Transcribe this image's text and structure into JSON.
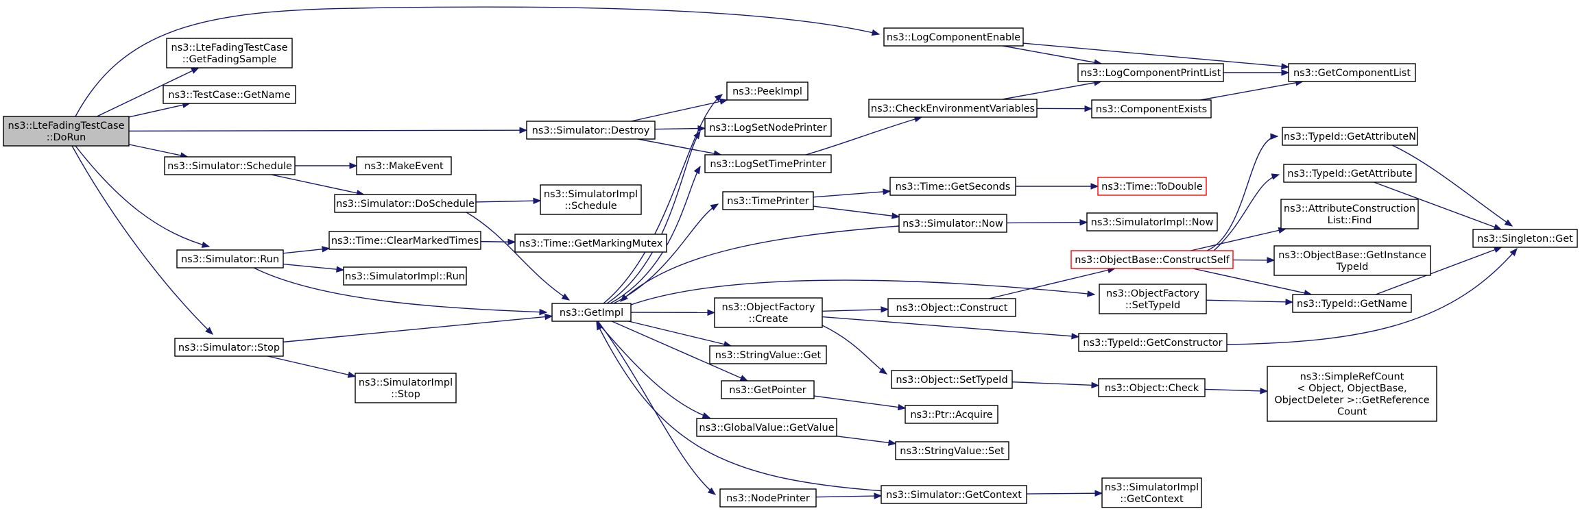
{
  "colors": {
    "edge": "#191970",
    "root_fill": "#bfbfbf",
    "missing_border": "#ff0000"
  },
  "nodes": [
    {
      "id": "dorun",
      "lines": [
        "ns3::LteFadingTestCase",
        "::DoRun"
      ],
      "style": "root"
    },
    {
      "id": "getfadingsample",
      "lines": [
        "ns3::LteFadingTestCase",
        "::GetFadingSample"
      ]
    },
    {
      "id": "testcase_getname",
      "lines": [
        "ns3::TestCase::GetName"
      ]
    },
    {
      "id": "sim_schedule",
      "lines": [
        "ns3::Simulator::Schedule"
      ]
    },
    {
      "id": "sim_run",
      "lines": [
        "ns3::Simulator::Run"
      ]
    },
    {
      "id": "sim_stop",
      "lines": [
        "ns3::Simulator::Stop"
      ]
    },
    {
      "id": "makeevent",
      "lines": [
        "ns3::MakeEvent"
      ]
    },
    {
      "id": "sim_doschedule",
      "lines": [
        "ns3::Simulator::DoSchedule"
      ]
    },
    {
      "id": "clearmarkedtimes",
      "lines": [
        "ns3::Time::ClearMarkedTimes"
      ]
    },
    {
      "id": "simimpl_run",
      "lines": [
        "ns3::SimulatorImpl::Run"
      ]
    },
    {
      "id": "simimpl_stop",
      "lines": [
        "ns3::SimulatorImpl",
        "::Stop"
      ]
    },
    {
      "id": "sim_destroy",
      "lines": [
        "ns3::Simulator::Destroy"
      ]
    },
    {
      "id": "simimpl_schedule",
      "lines": [
        "ns3::SimulatorImpl",
        "::Schedule"
      ]
    },
    {
      "id": "getmarkingmutex",
      "lines": [
        "ns3::Time::GetMarkingMutex"
      ]
    },
    {
      "id": "getimpl",
      "lines": [
        "ns3::GetImpl"
      ]
    },
    {
      "id": "peekimpl",
      "lines": [
        "ns3::PeekImpl"
      ]
    },
    {
      "id": "logsetnodeprinter",
      "lines": [
        "ns3::LogSetNodePrinter"
      ]
    },
    {
      "id": "logsettimeprinter",
      "lines": [
        "ns3::LogSetTimePrinter"
      ]
    },
    {
      "id": "timeprinter",
      "lines": [
        "ns3::TimePrinter"
      ]
    },
    {
      "id": "objfactory_create",
      "lines": [
        "ns3::ObjectFactory",
        "::Create"
      ]
    },
    {
      "id": "stringvalue_get",
      "lines": [
        "ns3::StringValue::Get"
      ]
    },
    {
      "id": "getpointer",
      "lines": [
        "ns3::GetPointer"
      ]
    },
    {
      "id": "globalvalue_getvalue",
      "lines": [
        "ns3::GlobalValue::GetValue"
      ]
    },
    {
      "id": "nodeprinter",
      "lines": [
        "ns3::NodePrinter"
      ]
    },
    {
      "id": "logcomponentenable",
      "lines": [
        "ns3::LogComponentEnable"
      ]
    },
    {
      "id": "checkenvvars",
      "lines": [
        "ns3::CheckEnvironmentVariables"
      ]
    },
    {
      "id": "time_getseconds",
      "lines": [
        "ns3::Time::GetSeconds"
      ]
    },
    {
      "id": "sim_now",
      "lines": [
        "ns3::Simulator::Now"
      ]
    },
    {
      "id": "object_construct",
      "lines": [
        "ns3::Object::Construct"
      ]
    },
    {
      "id": "object_settypeid",
      "lines": [
        "ns3::Object::SetTypeId"
      ]
    },
    {
      "id": "ptr_acquire",
      "lines": [
        "ns3::Ptr::Acquire"
      ]
    },
    {
      "id": "stringvalue_set",
      "lines": [
        "ns3::StringValue::Set"
      ]
    },
    {
      "id": "sim_getcontext",
      "lines": [
        "ns3::Simulator::GetContext"
      ]
    },
    {
      "id": "logcomponentprintlist",
      "lines": [
        "ns3::LogComponentPrintList"
      ]
    },
    {
      "id": "componentexists",
      "lines": [
        "ns3::ComponentExists"
      ]
    },
    {
      "id": "time_todouble",
      "lines": [
        "ns3::Time::ToDouble"
      ],
      "style": "red"
    },
    {
      "id": "simimpl_now",
      "lines": [
        "ns3::SimulatorImpl::Now"
      ]
    },
    {
      "id": "objbase_constructself",
      "lines": [
        "ns3::ObjectBase::ConstructSelf"
      ],
      "style": "red"
    },
    {
      "id": "objfactory_settypeid",
      "lines": [
        "ns3::ObjectFactory",
        "::SetTypeId"
      ]
    },
    {
      "id": "typeid_getconstructor",
      "lines": [
        "ns3::TypeId::GetConstructor"
      ]
    },
    {
      "id": "object_check",
      "lines": [
        "ns3::Object::Check"
      ]
    },
    {
      "id": "simimpl_getcontext",
      "lines": [
        "ns3::SimulatorImpl",
        "::GetContext"
      ]
    },
    {
      "id": "getcomponentlist",
      "lines": [
        "ns3::GetComponentList"
      ]
    },
    {
      "id": "typeid_getattributen",
      "lines": [
        "ns3::TypeId::GetAttributeN"
      ]
    },
    {
      "id": "typeid_getattribute",
      "lines": [
        "ns3::TypeId::GetAttribute"
      ]
    },
    {
      "id": "attrconstructionlist_find",
      "lines": [
        "ns3::AttributeConstruction",
        "List::Find"
      ]
    },
    {
      "id": "objbase_getinstancetypeid",
      "lines": [
        "ns3::ObjectBase::GetInstance",
        "TypeId"
      ]
    },
    {
      "id": "typeid_getname",
      "lines": [
        "ns3::TypeId::GetName"
      ]
    },
    {
      "id": "simplerefcount",
      "lines": [
        "ns3::SimpleRefCount",
        "< Object, ObjectBase,",
        " ObjectDeleter >::GetReference",
        "Count"
      ]
    },
    {
      "id": "singleton_get",
      "lines": [
        "ns3::Singleton::Get"
      ]
    }
  ],
  "edges": [
    [
      "dorun",
      "logcomponentenable"
    ],
    [
      "dorun",
      "getfadingsample"
    ],
    [
      "dorun",
      "testcase_getname"
    ],
    [
      "dorun",
      "sim_destroy"
    ],
    [
      "dorun",
      "sim_schedule"
    ],
    [
      "dorun",
      "sim_run"
    ],
    [
      "dorun",
      "sim_stop"
    ],
    [
      "logcomponentenable",
      "logcomponentprintlist"
    ],
    [
      "logcomponentenable",
      "getcomponentlist"
    ],
    [
      "logcomponentprintlist",
      "getcomponentlist"
    ],
    [
      "componentexists",
      "getcomponentlist"
    ],
    [
      "checkenvvars",
      "logcomponentprintlist"
    ],
    [
      "checkenvvars",
      "componentexists"
    ],
    [
      "logsettimeprinter",
      "checkenvvars"
    ],
    [
      "sim_destroy",
      "peekimpl"
    ],
    [
      "sim_destroy",
      "logsetnodeprinter"
    ],
    [
      "sim_destroy",
      "logsettimeprinter"
    ],
    [
      "sim_schedule",
      "makeevent"
    ],
    [
      "sim_schedule",
      "sim_doschedule"
    ],
    [
      "sim_doschedule",
      "simimpl_schedule"
    ],
    [
      "sim_doschedule",
      "getimpl"
    ],
    [
      "sim_run",
      "clearmarkedtimes"
    ],
    [
      "sim_run",
      "simimpl_run"
    ],
    [
      "sim_run",
      "getimpl"
    ],
    [
      "clearmarkedtimes",
      "getmarkingmutex"
    ],
    [
      "sim_stop",
      "getimpl"
    ],
    [
      "sim_stop",
      "simimpl_stop"
    ],
    [
      "getimpl",
      "peekimpl"
    ],
    [
      "getimpl",
      "logsetnodeprinter"
    ],
    [
      "getimpl",
      "logsettimeprinter"
    ],
    [
      "getimpl",
      "timeprinter"
    ],
    [
      "getimpl",
      "objfactory_create"
    ],
    [
      "getimpl",
      "stringvalue_get"
    ],
    [
      "getimpl",
      "getpointer"
    ],
    [
      "getimpl",
      "globalvalue_getvalue"
    ],
    [
      "getimpl",
      "nodeprinter"
    ],
    [
      "getimpl",
      "objfactory_settypeid"
    ],
    [
      "sim_now",
      "getimpl"
    ],
    [
      "sim_getcontext",
      "getimpl"
    ],
    [
      "timeprinter",
      "time_getseconds"
    ],
    [
      "timeprinter",
      "sim_now"
    ],
    [
      "time_getseconds",
      "time_todouble"
    ],
    [
      "sim_now",
      "simimpl_now"
    ],
    [
      "objfactory_create",
      "object_construct"
    ],
    [
      "objfactory_create",
      "typeid_getconstructor"
    ],
    [
      "objfactory_create",
      "object_settypeid"
    ],
    [
      "object_construct",
      "objbase_constructself"
    ],
    [
      "objbase_constructself",
      "typeid_getattributen"
    ],
    [
      "objbase_constructself",
      "typeid_getattribute"
    ],
    [
      "objbase_constructself",
      "attrconstructionlist_find"
    ],
    [
      "objbase_constructself",
      "objbase_getinstancetypeid"
    ],
    [
      "objbase_constructself",
      "typeid_getname"
    ],
    [
      "objfactory_settypeid",
      "typeid_getname"
    ],
    [
      "typeid_getattributen",
      "singleton_get"
    ],
    [
      "typeid_getattribute",
      "singleton_get"
    ],
    [
      "typeid_getname",
      "singleton_get"
    ],
    [
      "typeid_getconstructor",
      "singleton_get"
    ],
    [
      "object_settypeid",
      "object_check"
    ],
    [
      "object_check",
      "simplerefcount"
    ],
    [
      "getpointer",
      "ptr_acquire"
    ],
    [
      "globalvalue_getvalue",
      "stringvalue_set"
    ],
    [
      "nodeprinter",
      "sim_getcontext"
    ],
    [
      "sim_getcontext",
      "simimpl_getcontext"
    ]
  ]
}
